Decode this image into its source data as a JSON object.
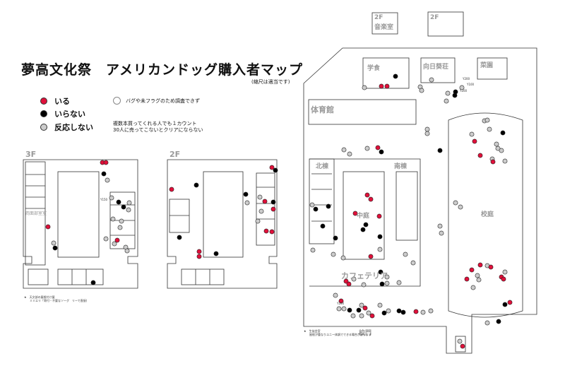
{
  "title": "夢高文化祭　アメリカンドッグ購入者マップ",
  "scale_note": "(縮尺は適当です)",
  "legend": {
    "items": [
      {
        "label": "いる",
        "color": "#e0103a"
      },
      {
        "label": "いらない",
        "color": "#000000"
      },
      {
        "label": "反応しない",
        "color": "#cccccc"
      }
    ],
    "bug_note": "バグや未フラグのため調査できず",
    "count_note_1": "複数本買ってくれる人でも１カウント",
    "count_note_2": "30人に売ってこないとクリアにならない"
  },
  "floors": {
    "f3": "3F",
    "f2": "2F"
  },
  "rooms": {
    "music": "音楽室",
    "music_floor": "2F",
    "annex_floor": "2F",
    "cafeteria": "学食",
    "sunflower": "向日葵荘",
    "garden": "菜園",
    "gym": "体育館",
    "north": "北棟",
    "south": "南棟",
    "courtyard": "中庭",
    "cafeteria2": "カフェテリア",
    "schoolyard": "校庭",
    "gate": "校門",
    "student_council": "両面部室室"
  },
  "footnotes": {
    "left_1": "★　天文部の屋根付け屋",
    "left_2": "　　ミミエリ「寄付・不要なソーグ　リーで直接)",
    "right_1": "★　生徒会室",
    "right_2": "　　屋根が重なりユニー体調でできる場合があります"
  },
  "stall_labels": [
    "Y200",
    "Y100",
    "Y200",
    "Y150",
    "Y200"
  ],
  "colors": {
    "yes": "#e0103a",
    "no": "#000000",
    "none": "#cccccc",
    "wall": "#333333"
  }
}
